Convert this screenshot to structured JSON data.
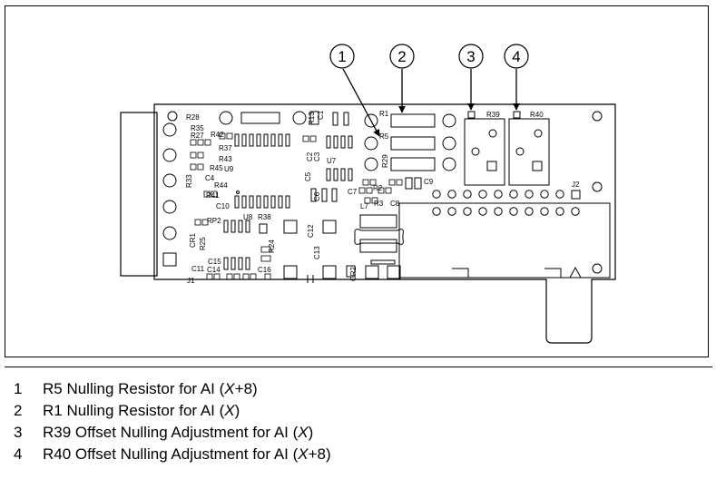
{
  "callouts": [
    "1",
    "2",
    "3",
    "4"
  ],
  "board_labels": {
    "r28": "R28",
    "r35": "R35",
    "r27": "R27",
    "r42": "R42",
    "r37": "R37",
    "r43": "R43",
    "r45": "R45",
    "u9": "U9",
    "r33": "R33",
    "c4": "C4",
    "r44": "R44",
    "r41": "R41",
    "c10": "C10",
    "u8": "U8",
    "r38": "R38",
    "rp2": "RP2",
    "cr1": "CR1",
    "r25": "R25",
    "c15": "C15",
    "c11": "C11",
    "c14": "C14",
    "c16": "C16",
    "j1": "J1",
    "r24": "R24",
    "r13": "R13",
    "c1": "C1",
    "c2": "C2",
    "c3": "C3",
    "u7": "U7",
    "c5": "C5",
    "c6": "C6",
    "c7": "C7",
    "l7": "L7",
    "r2": "R2",
    "r3": "R3",
    "c8": "C8",
    "c9": "C9",
    "r1": "R1",
    "r5": "R5",
    "r29": "R29",
    "c12": "C12",
    "c13": "C13",
    "cr2": "CR2",
    "r39": "R39",
    "r40": "R40",
    "j2": "J2"
  },
  "legend": [
    {
      "num": "1",
      "pre": "R5 Nulling Resistor for AI (",
      "var": "X",
      "post": "+8)"
    },
    {
      "num": "2",
      "pre": "R1 Nulling Resistor for AI (",
      "var": "X",
      "post": ")"
    },
    {
      "num": "3",
      "pre": "R39 Offset Nulling Adjustment for AI (",
      "var": "X",
      "post": ")"
    },
    {
      "num": "4",
      "pre": "R40 Offset Nulling Adjustment for AI (",
      "var": "X",
      "post": "+8)"
    }
  ]
}
